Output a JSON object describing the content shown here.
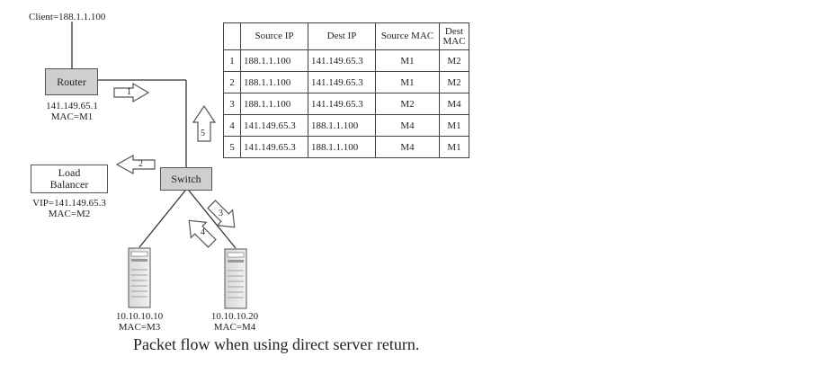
{
  "client_label": "Client=188.1.1.100",
  "router": {
    "label": "Router",
    "ip": "141.149.65.1",
    "mac": "MAC=M1"
  },
  "switch": {
    "label": "Switch"
  },
  "load_balancer": {
    "label_line1": "Load",
    "label_line2": "Balancer",
    "vip": "VIP=141.149.65.3",
    "mac": "MAC=M2"
  },
  "server1": {
    "ip": "10.10.10.10",
    "mac": "MAC=M3"
  },
  "server2": {
    "ip": "10.10.10.20",
    "mac": "MAC=M4"
  },
  "arrows": {
    "a1": "1",
    "a2": "2",
    "a3": "3",
    "a4": "4",
    "a5": "5"
  },
  "table": {
    "headers": [
      "",
      "Source IP",
      "Dest IP",
      "Source MAC",
      "Dest MAC"
    ],
    "rows": [
      [
        "1",
        "188.1.1.100",
        "141.149.65.3",
        "M1",
        "M2"
      ],
      [
        "2",
        "188.1.1.100",
        "141.149.65.3",
        "M1",
        "M2"
      ],
      [
        "3",
        "188.1.1.100",
        "141.149.65.3",
        "M2",
        "M4"
      ],
      [
        "4",
        "141.149.65.3",
        "188.1.1.100",
        "M4",
        "M1"
      ],
      [
        "5",
        "141.149.65.3",
        "188.1.1.100",
        "M4",
        "M1"
      ]
    ]
  },
  "caption": "Packet flow when using direct server return."
}
